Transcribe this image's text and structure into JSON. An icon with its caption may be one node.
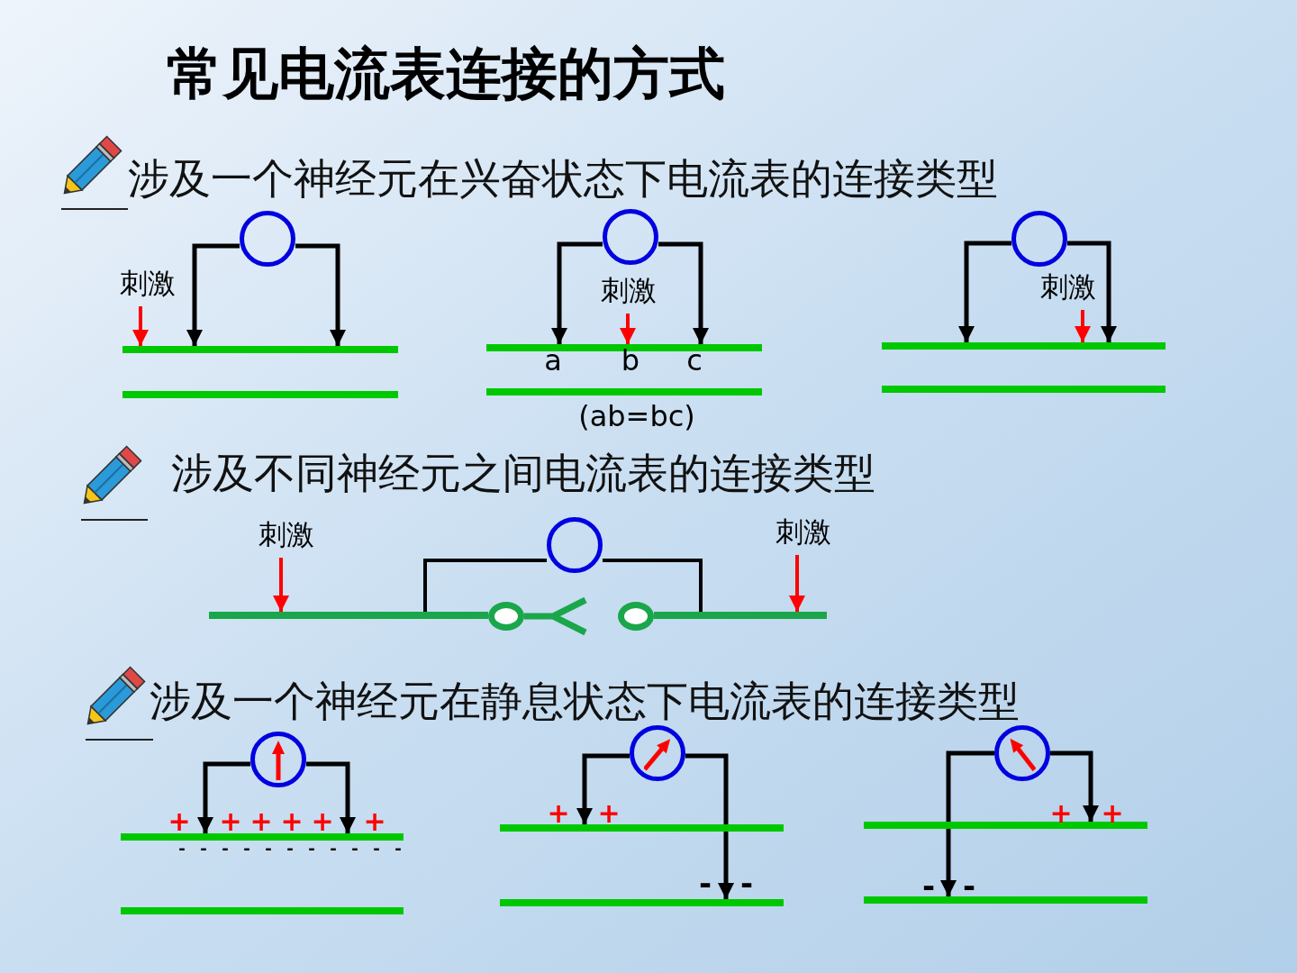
{
  "diagram": {
    "title": "常见电流表连接的方式",
    "nodes": [
      {
        "text": [],
        "shape": "circle"
      },
      {
        "text": [],
        "shape": "bar"
      },
      {
        "text": [],
        "shape": "bar"
      },
      {
        "text": [
          "刺激"
        ]
      },
      {
        "text": [],
        "shape": "circle"
      },
      {
        "text": [],
        "shape": "bar"
      },
      {
        "text": [],
        "shape": "bar"
      },
      {
        "text": [
          "刺激"
        ]
      },
      {
        "text": [],
        "shape": "circle"
      },
      {
        "text": [],
        "shape": "bar"
      },
      {
        "text": [],
        "shape": "bar"
      },
      {
        "text": [
          "刺激"
        ]
      },
      {
        "text": [],
        "shape": "circle"
      },
      {
        "text": [],
        "shape": "bar"
      },
      {
        "text": [],
        "shape": "circle"
      },
      {
        "text": [],
        "shape": "circle"
      },
      {
        "text": [],
        "shape": "bar"
      },
      {
        "text": [
          "刺激"
        ]
      },
      {
        "text": [
          "刺激"
        ]
      },
      {
        "text": [],
        "shape": "circle"
      },
      {
        "text": [],
        "shape": "bar"
      },
      {
        "text": [],
        "shape": "bar"
      },
      {
        "text": [],
        "shape": "circle"
      },
      {
        "text": [],
        "shape": "bar"
      },
      {
        "text": [],
        "shape": "bar"
      },
      {
        "text": [],
        "shape": "circle"
      },
      {
        "text": [],
        "shape": "bar"
      },
      {
        "text": [],
        "shape": "bar"
      }
    ],
    "edges": [
      {
        "from": 0,
        "to": 1,
        "arrow": "to"
      },
      {
        "from": 0,
        "to": 1,
        "arrow": "to"
      },
      {
        "from": 3,
        "to": 1,
        "arrow": "to",
        "color": "#ff0000"
      },
      {
        "from": 4,
        "to": 5,
        "arrow": "to"
      },
      {
        "from": 4,
        "to": 5,
        "arrow": "to"
      },
      {
        "from": 7,
        "to": 5,
        "arrow": "to",
        "color": "#ff0000"
      },
      {
        "from": 8,
        "to": 9,
        "arrow": "to"
      },
      {
        "from": 8,
        "to": 9,
        "arrow": "to"
      },
      {
        "from": 11,
        "to": 9,
        "arrow": "to",
        "color": "#ff0000"
      },
      {
        "from": 12,
        "to": 13,
        "arrow": "none"
      },
      {
        "from": 12,
        "to": 16,
        "arrow": "none"
      },
      {
        "from": 17,
        "to": 13,
        "arrow": "to",
        "color": "#ff0000"
      },
      {
        "from": 18,
        "to": 16,
        "arrow": "to",
        "color": "#ff0000"
      },
      {
        "from": 19,
        "to": 20,
        "arrow": "to"
      },
      {
        "from": 19,
        "to": 20,
        "arrow": "to"
      },
      {
        "from": 22,
        "to": 23,
        "arrow": "to"
      },
      {
        "from": 22,
        "to": 24,
        "arrow": "to"
      },
      {
        "from": 25,
        "to": 27,
        "arrow": "to"
      },
      {
        "from": 25,
        "to": 26,
        "arrow": "to"
      }
    ],
    "labels": [
      "涉及一个神经元在兴奋状态下电流表的连接类型",
      "a",
      "b",
      "c",
      "(ab=bc)",
      "涉及不同神经元之间电流表的连接类型",
      "涉及一个神经元在静息状态下电流表的连接类型",
      "+",
      "+",
      "+",
      "+",
      "+",
      "+",
      "- - - - - - - - - - -",
      "+",
      "+",
      "-",
      "-",
      "+",
      "+",
      "-",
      "-"
    ]
  }
}
